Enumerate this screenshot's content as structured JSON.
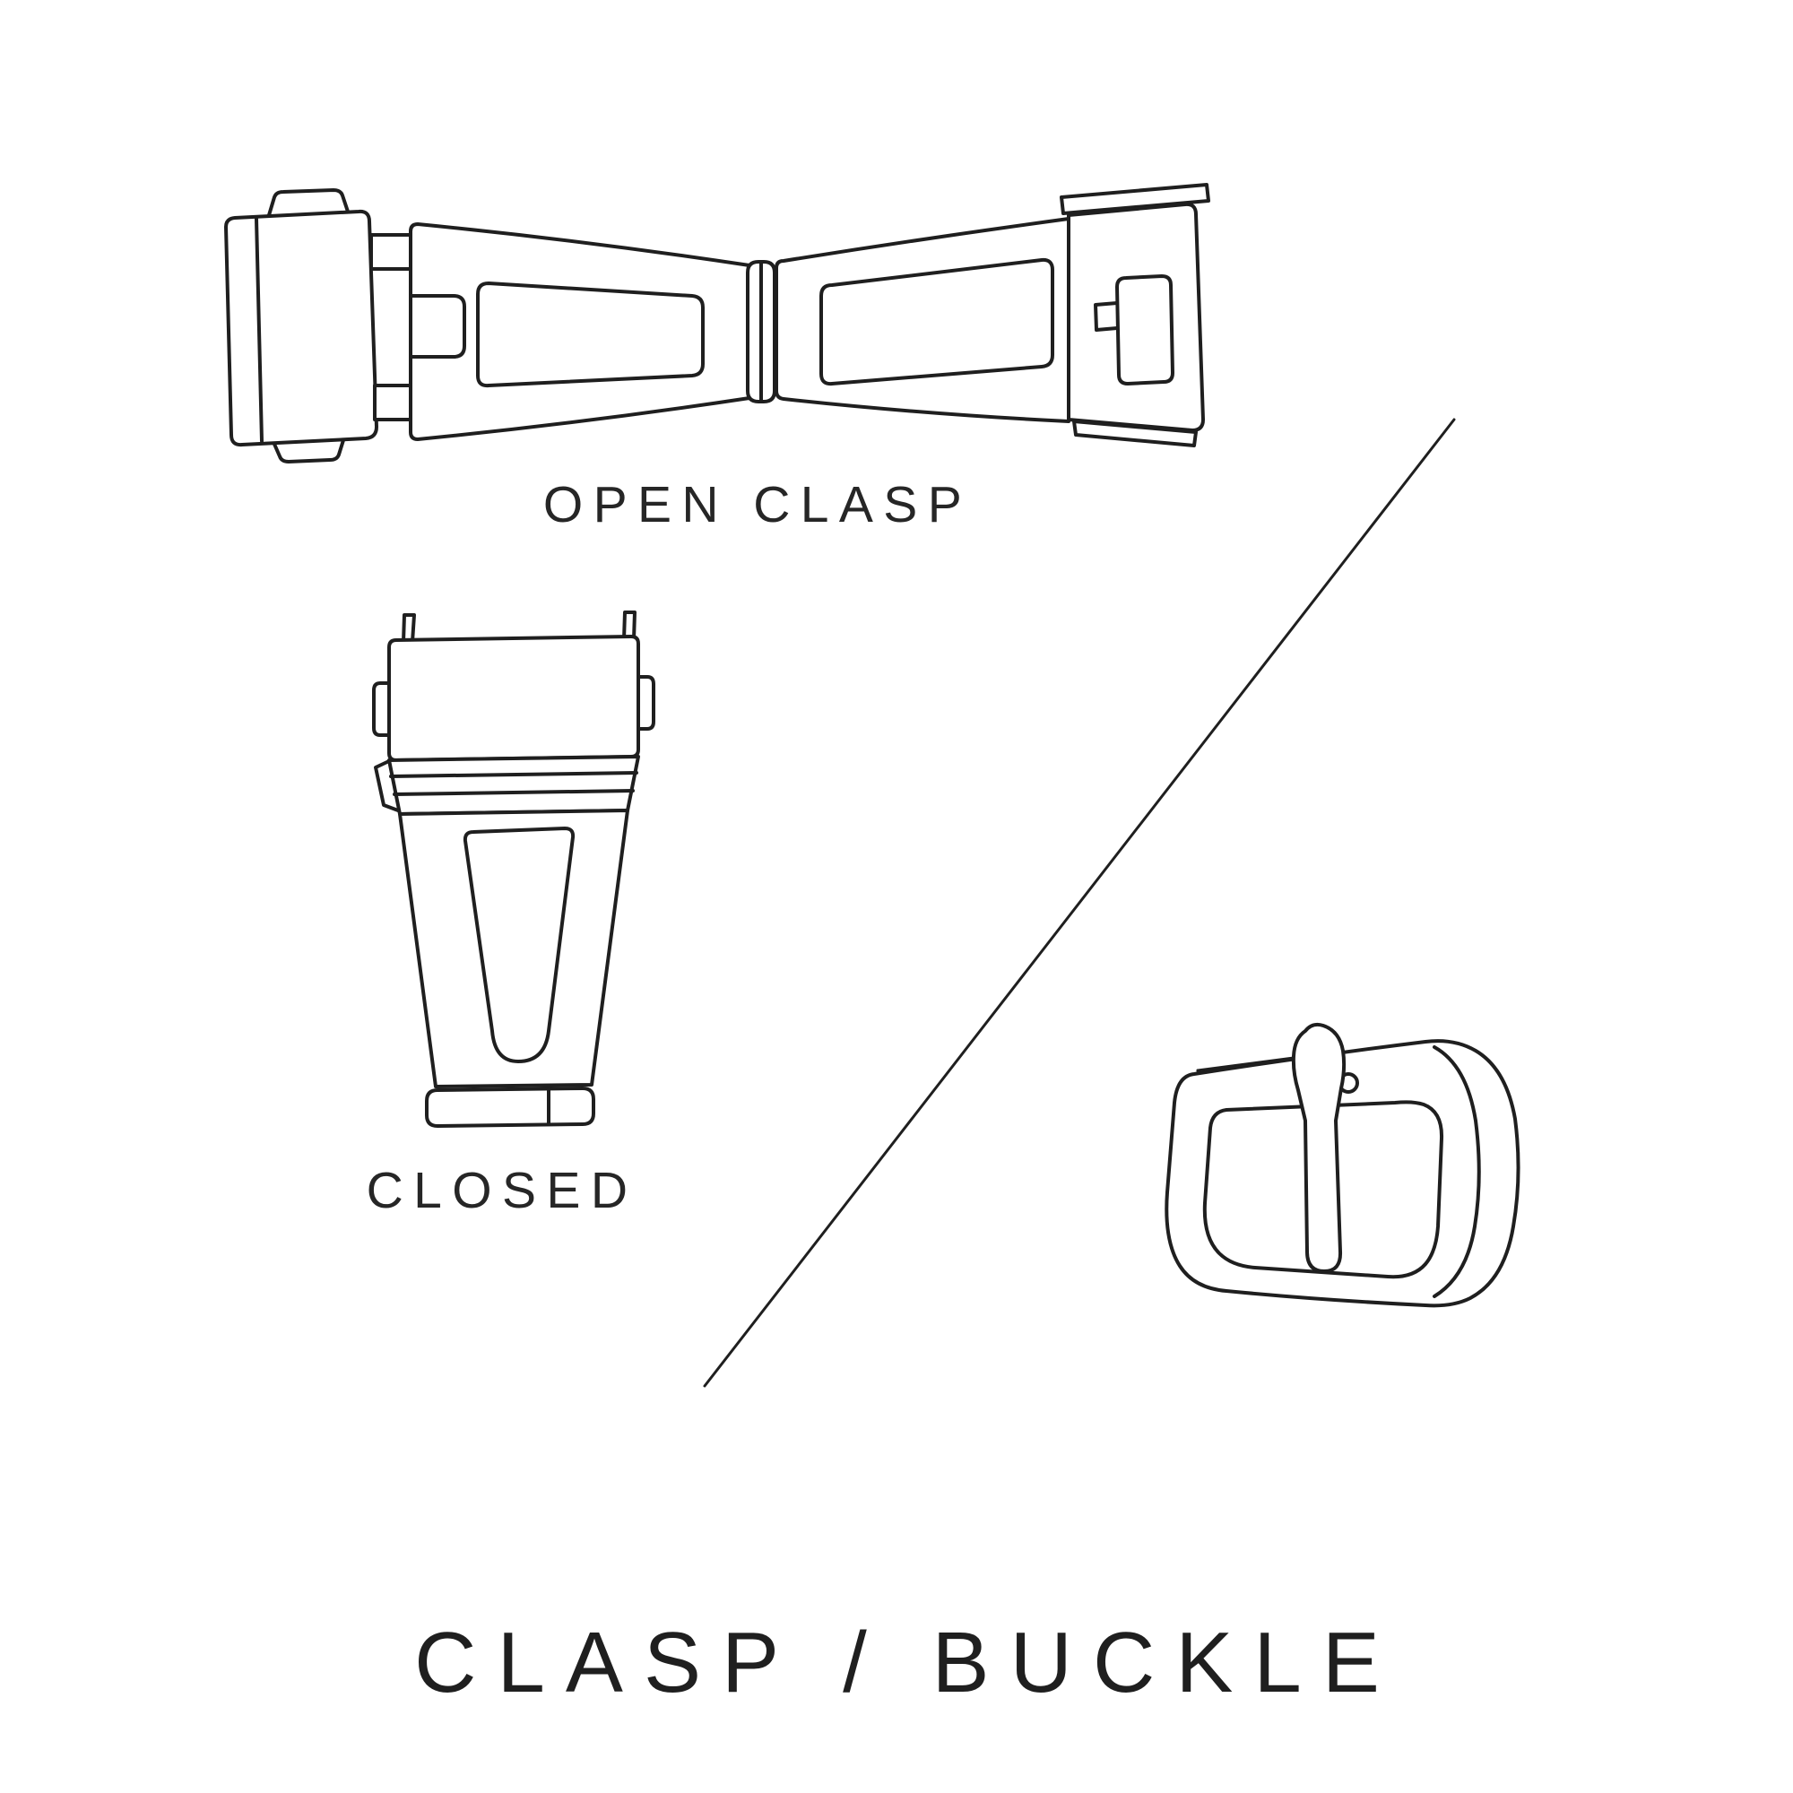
{
  "page": {
    "background_color": "#ffffff",
    "line_color": "#1f1f1f",
    "text_color": "#262626"
  },
  "labels": {
    "open_clasp": "OPEN CLASP",
    "closed": "CLOSED",
    "title": "CLASP / BUCKLE"
  },
  "illustrations": [
    {
      "name": "open-clasp-illustration",
      "description": "watch deployant clasp shown open, horizontal line drawing"
    },
    {
      "name": "closed-clasp-illustration",
      "description": "watch clasp shown closed, vertical line drawing"
    },
    {
      "name": "buckle-illustration",
      "description": "watch tang buckle with pin, line drawing"
    },
    {
      "name": "divider-line",
      "description": "diagonal separator between clasp and buckle examples"
    }
  ]
}
